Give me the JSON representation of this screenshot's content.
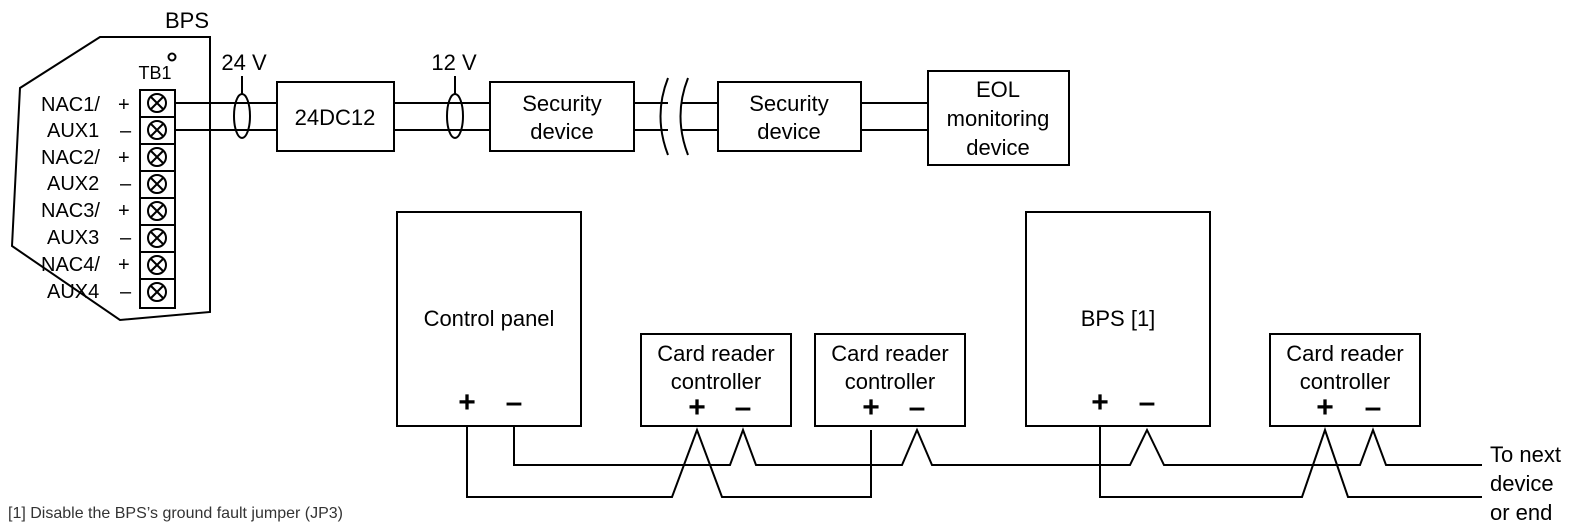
{
  "bps_panel": {
    "title": "BPS",
    "terminal_block": "TB1",
    "terminals": [
      {
        "line1": "NAC1/",
        "sign": "+"
      },
      {
        "line1": "AUX1",
        "sign": "–"
      },
      {
        "line1": "NAC2/",
        "sign": "+"
      },
      {
        "line1": "AUX2",
        "sign": "–"
      },
      {
        "line1": "NAC3/",
        "sign": "+"
      },
      {
        "line1": "AUX3",
        "sign": "–"
      },
      {
        "line1": "NAC4/",
        "sign": "+"
      },
      {
        "line1": "AUX4",
        "sign": "–"
      }
    ]
  },
  "top_chain": {
    "voltage_24": "24 V",
    "voltage_12": "12 V",
    "converter": "24DC12",
    "security_device_1": [
      "Security",
      "device"
    ],
    "security_device_2": [
      "Security",
      "device"
    ],
    "eol_device": [
      "EOL",
      "monitoring",
      "device"
    ]
  },
  "bottom_chain": {
    "control_panel": "Control panel",
    "bps_box": "BPS [1]",
    "card_reader_1": [
      "Card reader",
      "controller"
    ],
    "card_reader_2": [
      "Card reader",
      "controller"
    ],
    "card_reader_3": [
      "Card reader",
      "controller"
    ],
    "plus": "+",
    "minus": "–",
    "to_next": [
      "To next",
      "device",
      "or end"
    ]
  },
  "footnote": "[1]  Disable the BPS’s ground fault jumper (JP3)"
}
